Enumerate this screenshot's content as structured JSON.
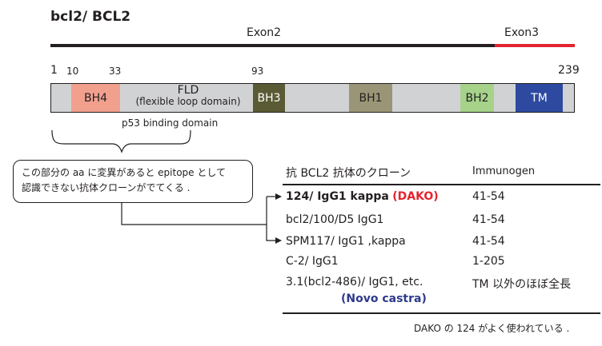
{
  "title": "bcl2/ BCL2",
  "exons": {
    "exon2": "Exon2",
    "exon3": "Exon3"
  },
  "colors": {
    "exon2": "#231f20",
    "exon3": "#e4232e",
    "bar": "#d1d2d4"
  },
  "positions": {
    "p1": "1",
    "p10": "10",
    "p33": "33",
    "p93": "93",
    "p239": "239"
  },
  "domains": [
    {
      "label": "BH4",
      "color": "#f2a08e",
      "text_color": "#231f20"
    },
    {
      "label": "BH3",
      "color": "#5a5b35",
      "text_color": "#ffffff"
    },
    {
      "label": "BH1",
      "color": "#9a9576",
      "text_color": "#231f20"
    },
    {
      "label": "BH2",
      "color": "#a6d28a",
      "text_color": "#231f20"
    },
    {
      "label": "TM",
      "color": "#2e4aa0",
      "text_color": "#ffffff"
    }
  ],
  "fld": {
    "label": "FLD",
    "sub": "(flexible loop domain)"
  },
  "p53": "p53 binding domain",
  "note": {
    "line1": "この部分の aa に変異があると epitope として",
    "line2": "認識できない抗体クローンがでてくる ."
  },
  "table": {
    "header_clone": "抗 BCL2 抗体のクローン",
    "header_immunogen": "Immunogen",
    "rows": [
      {
        "clone": "124/ IgG1 kappa",
        "extra": "(DAKO)",
        "immunogen": "41-54"
      },
      {
        "clone": "bcl2/100/D5  IgG1",
        "immunogen": "41-54"
      },
      {
        "clone": "SPM117/ IgG1 ,kappa",
        "immunogen": "41-54"
      },
      {
        "clone": "C-2/ IgG1",
        "immunogen": "1-205"
      },
      {
        "clone": "3.1(bcl2-486)/ IgG1,  etc.",
        "extra": "(Novo castra)",
        "immunogen": "TM 以外のほぼ全長"
      }
    ]
  },
  "footnote": "DAKO の 124 がよく使われている ."
}
